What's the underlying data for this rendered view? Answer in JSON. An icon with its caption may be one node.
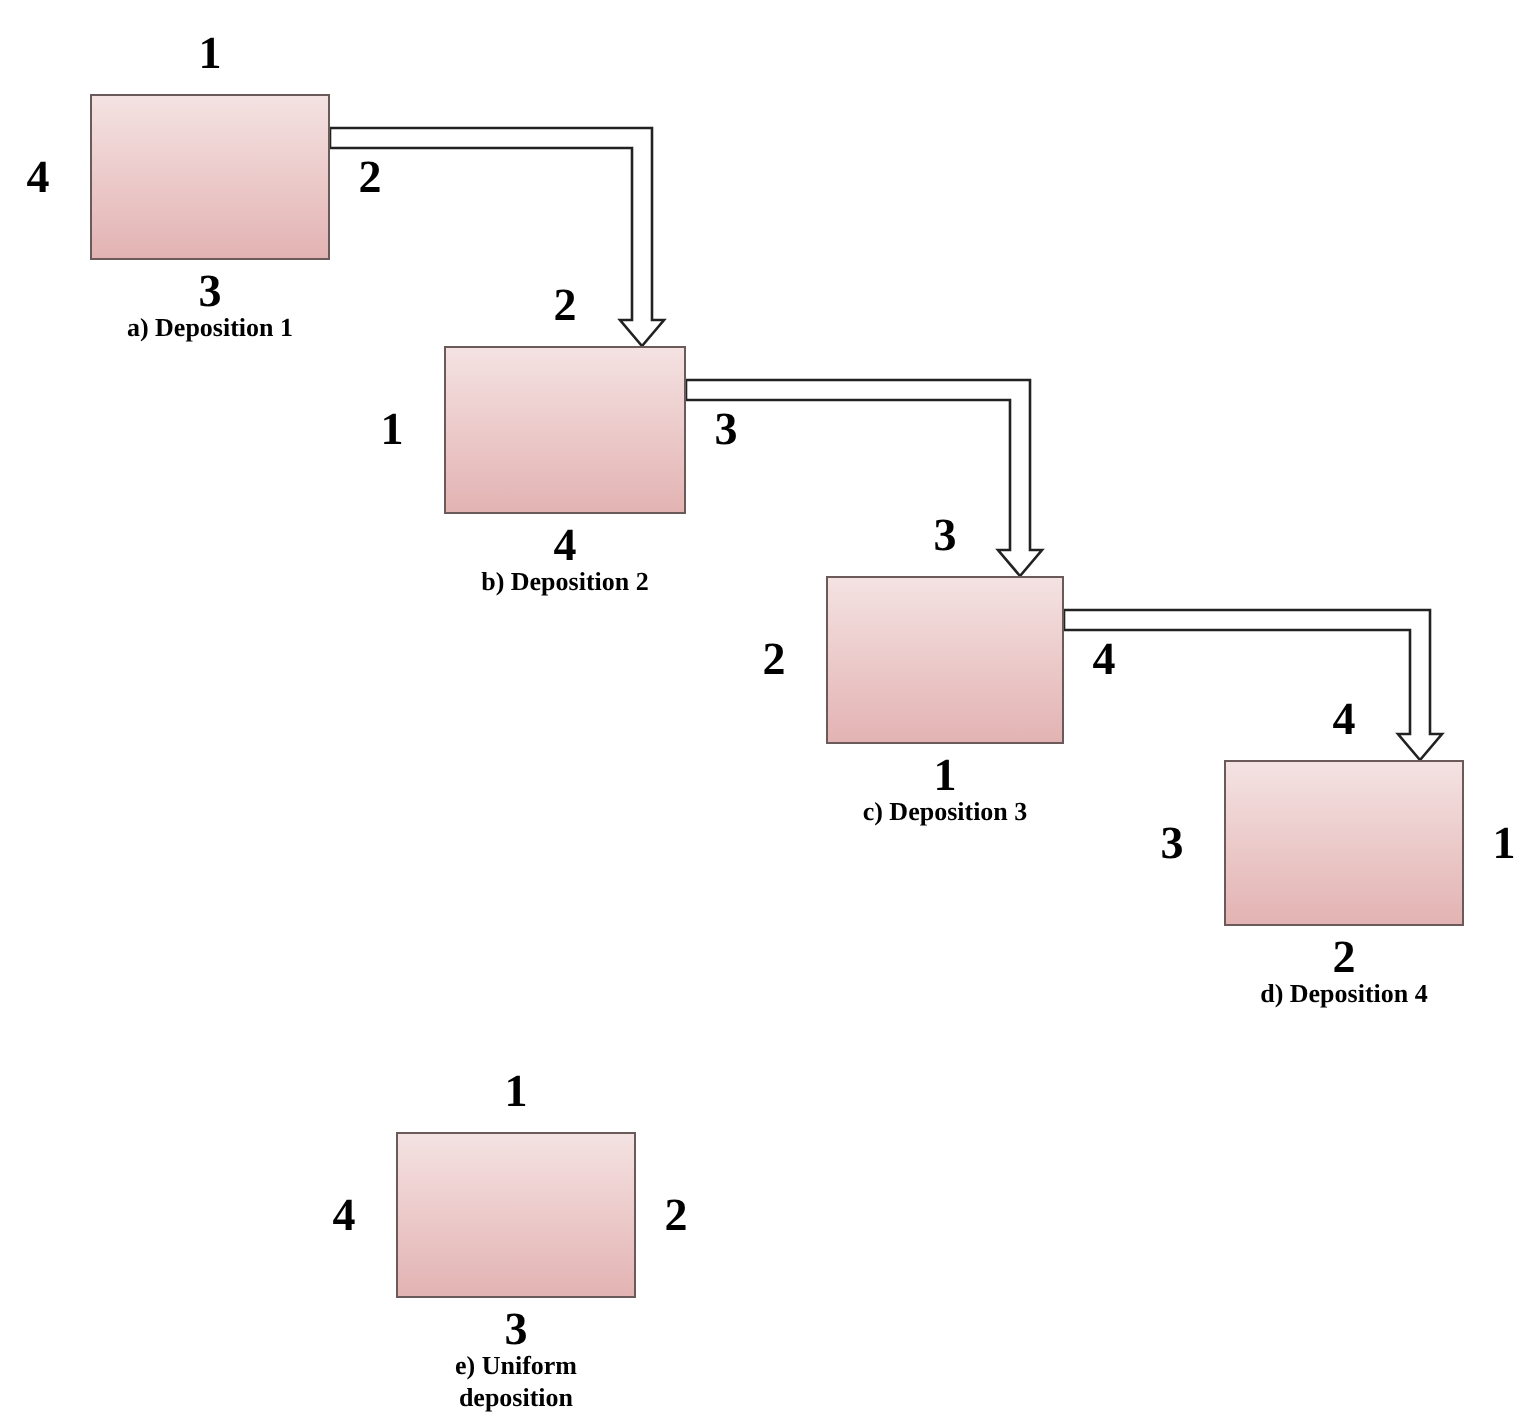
{
  "diagram": {
    "nodes": [
      {
        "text": [],
        "shape": "box",
        "beside": [
          "1",
          "4",
          "2",
          "3",
          "a) Deposition 1"
        ]
      },
      {
        "text": [],
        "shape": "box",
        "beside": [
          "2",
          "1",
          "3",
          "4",
          "b) Deposition 2"
        ]
      },
      {
        "text": [],
        "shape": "box",
        "beside": [
          "3",
          "2",
          "4",
          "1",
          "c) Deposition 3"
        ]
      },
      {
        "text": [],
        "shape": "box",
        "beside": [
          "4",
          "3",
          "1",
          "2",
          "d) Deposition 4"
        ]
      },
      {
        "text": [],
        "shape": "box",
        "beside": [
          "1",
          "4",
          "2",
          "3",
          "e) Uniform deposition"
        ]
      }
    ],
    "edges": [
      {
        "from": 0,
        "to": 1,
        "arrow": "to"
      },
      {
        "from": 1,
        "to": 2,
        "arrow": "to"
      },
      {
        "from": 2,
        "to": 3,
        "arrow": "to"
      }
    ]
  }
}
